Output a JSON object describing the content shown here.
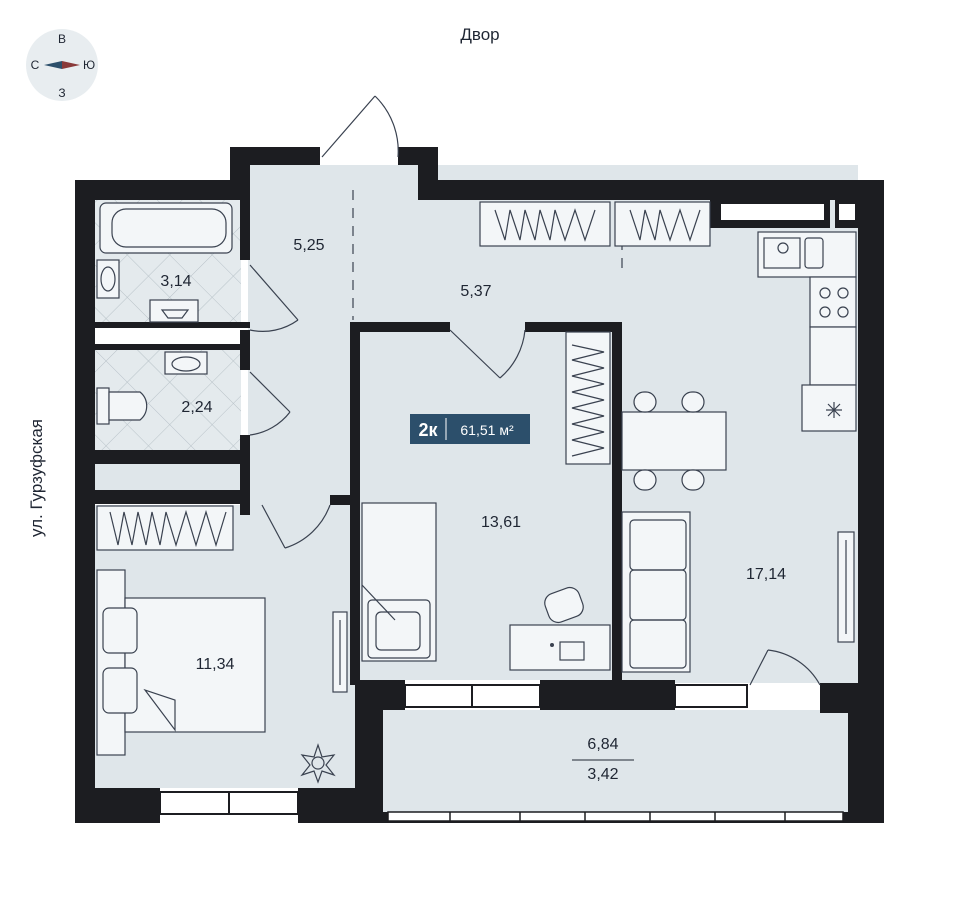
{
  "labels": {
    "yard": "Двор",
    "street": "ул. Гурзуфская"
  },
  "compass": {
    "n": "В",
    "w": "С",
    "e": "Ю",
    "s": "З"
  },
  "badge": {
    "rooms": "2к",
    "area": "61,51 м²"
  },
  "rooms": {
    "bathroom": "3,14",
    "wc": "2,24",
    "hall_left": "5,25",
    "hall_corridor": "5,37",
    "room_center": "13,61",
    "bedroom": "11,34",
    "kitchen_living": "17,14",
    "balcony_total": "6,84",
    "balcony_reduced": "3,42"
  },
  "colors": {
    "wall": "#1c1d21",
    "floor": "#dfe6ea",
    "floor_light": "#eaf0f3",
    "badge": "#2c4f6b",
    "text": "#1f2633"
  }
}
